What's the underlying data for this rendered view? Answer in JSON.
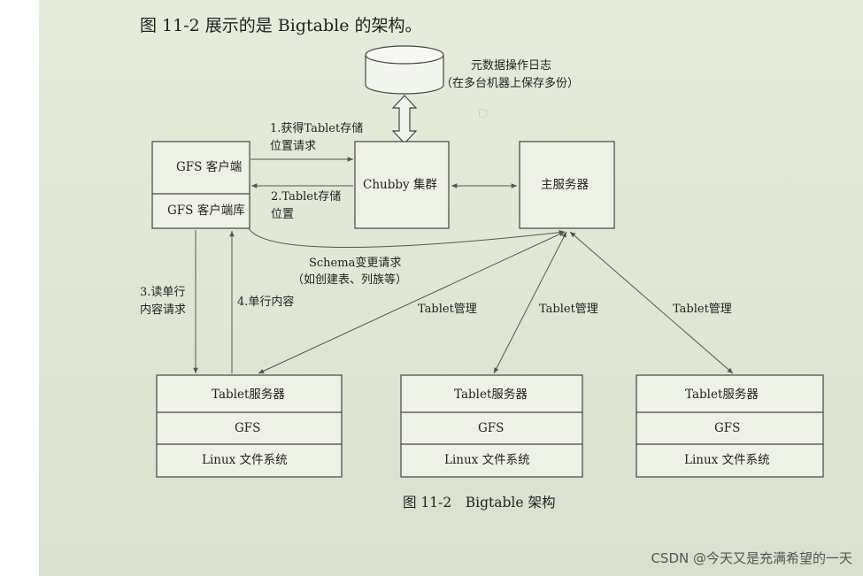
{
  "heading": "图 11-2 展示的是 Bigtable 的架构。",
  "metadata_log": {
    "line1": "元数据操作日志",
    "line2": "（在多台机器上保存多份）"
  },
  "gfs_client": {
    "top": "GFS 客户端",
    "bottom": "GFS 客户端库"
  },
  "chubby": {
    "label": "Chubby 集群"
  },
  "master": {
    "label": "主服务器"
  },
  "edges": {
    "get_tablet_line1": "1.获得Tablet存储",
    "get_tablet_line2": "位置请求",
    "tablet_store_line1": "2.Tablet存储",
    "tablet_store_line2": "位置",
    "schema_line1": "Schema变更请求",
    "schema_line2": "（如创建表、列族等）",
    "read_row_line1": "3.读单行",
    "read_row_line2": "内容请求",
    "row_content": "4.单行内容",
    "tablet_mgmt_1": "Tablet管理",
    "tablet_mgmt_2": "Tablet管理",
    "tablet_mgmt_3": "Tablet管理"
  },
  "tablet_servers": [
    {
      "title": "Tablet服务器",
      "gfs": "GFS",
      "fs": "Linux 文件系统"
    },
    {
      "title": "Tablet服务器",
      "gfs": "GFS",
      "fs": "Linux 文件系统"
    },
    {
      "title": "Tablet服务器",
      "gfs": "GFS",
      "fs": "Linux 文件系统"
    }
  ],
  "caption": "图 11-2　Bigtable 架构",
  "watermark": "CSDN @今天又是充满希望的一天",
  "colors": {
    "background": "#e6ecdb",
    "box_fill": "#eef2e6",
    "stroke": "#444444",
    "arrow": "#555555"
  }
}
